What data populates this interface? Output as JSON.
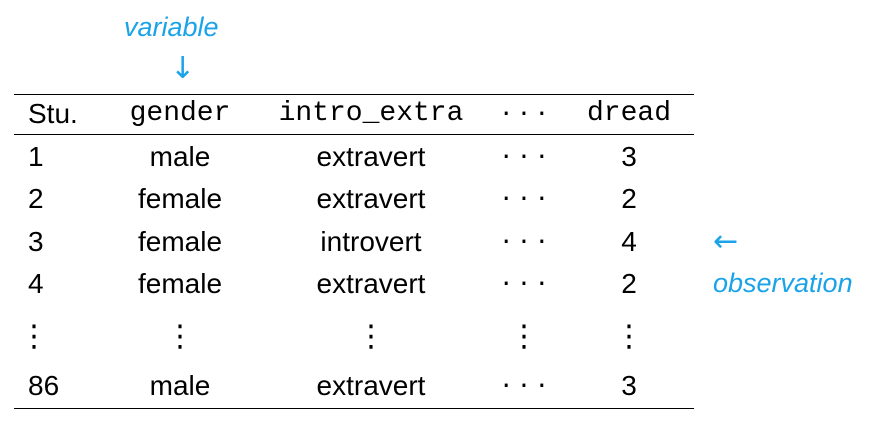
{
  "annotations": {
    "variable_label": "variable",
    "variable_arrow": "↓",
    "observation_arrow": "←",
    "observation_label": "observation",
    "color": "#1aa3e8"
  },
  "table": {
    "headers": {
      "stu": "Stu.",
      "gender": "gender",
      "intro_extra": "intro_extra",
      "dots": "· · ·",
      "dread": "dread"
    },
    "rows": [
      {
        "stu": "1",
        "gender": "male",
        "intro_extra": "extravert",
        "dots": "· · ·",
        "dread": "3"
      },
      {
        "stu": "2",
        "gender": "female",
        "intro_extra": "extravert",
        "dots": "· · ·",
        "dread": "2"
      },
      {
        "stu": "3",
        "gender": "female",
        "intro_extra": "introvert",
        "dots": "· · ·",
        "dread": "4"
      },
      {
        "stu": "4",
        "gender": "female",
        "intro_extra": "extravert",
        "dots": "· · ·",
        "dread": "2"
      }
    ],
    "vdots": "⋮",
    "last_row": {
      "stu": "86",
      "gender": "male",
      "intro_extra": "extravert",
      "dots": "· · ·",
      "dread": "3"
    }
  }
}
